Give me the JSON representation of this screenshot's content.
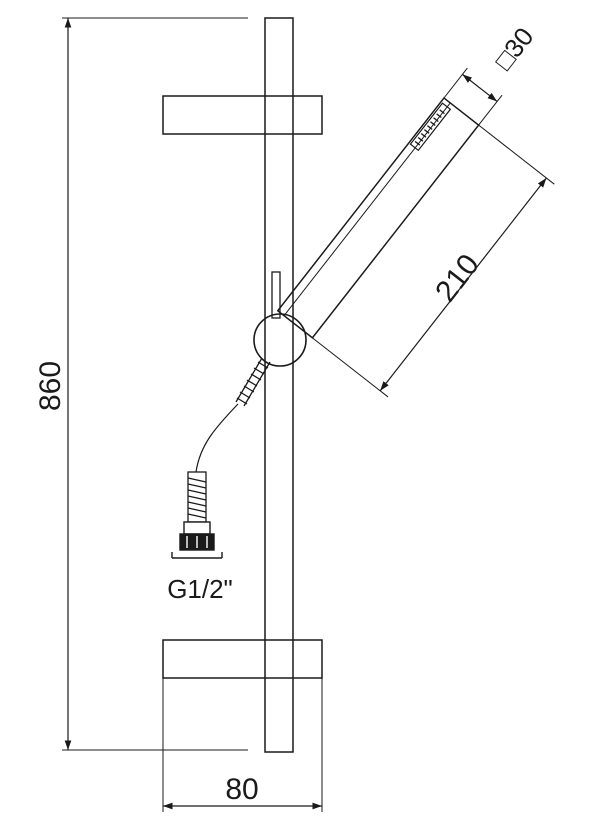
{
  "drawing": {
    "colors": {
      "ink": "#1a1a1a",
      "background": "#ffffff"
    },
    "labels": {
      "height": "860",
      "width": "80",
      "head_length": "210",
      "head_size": "□30",
      "thread": "G1/2\""
    }
  }
}
